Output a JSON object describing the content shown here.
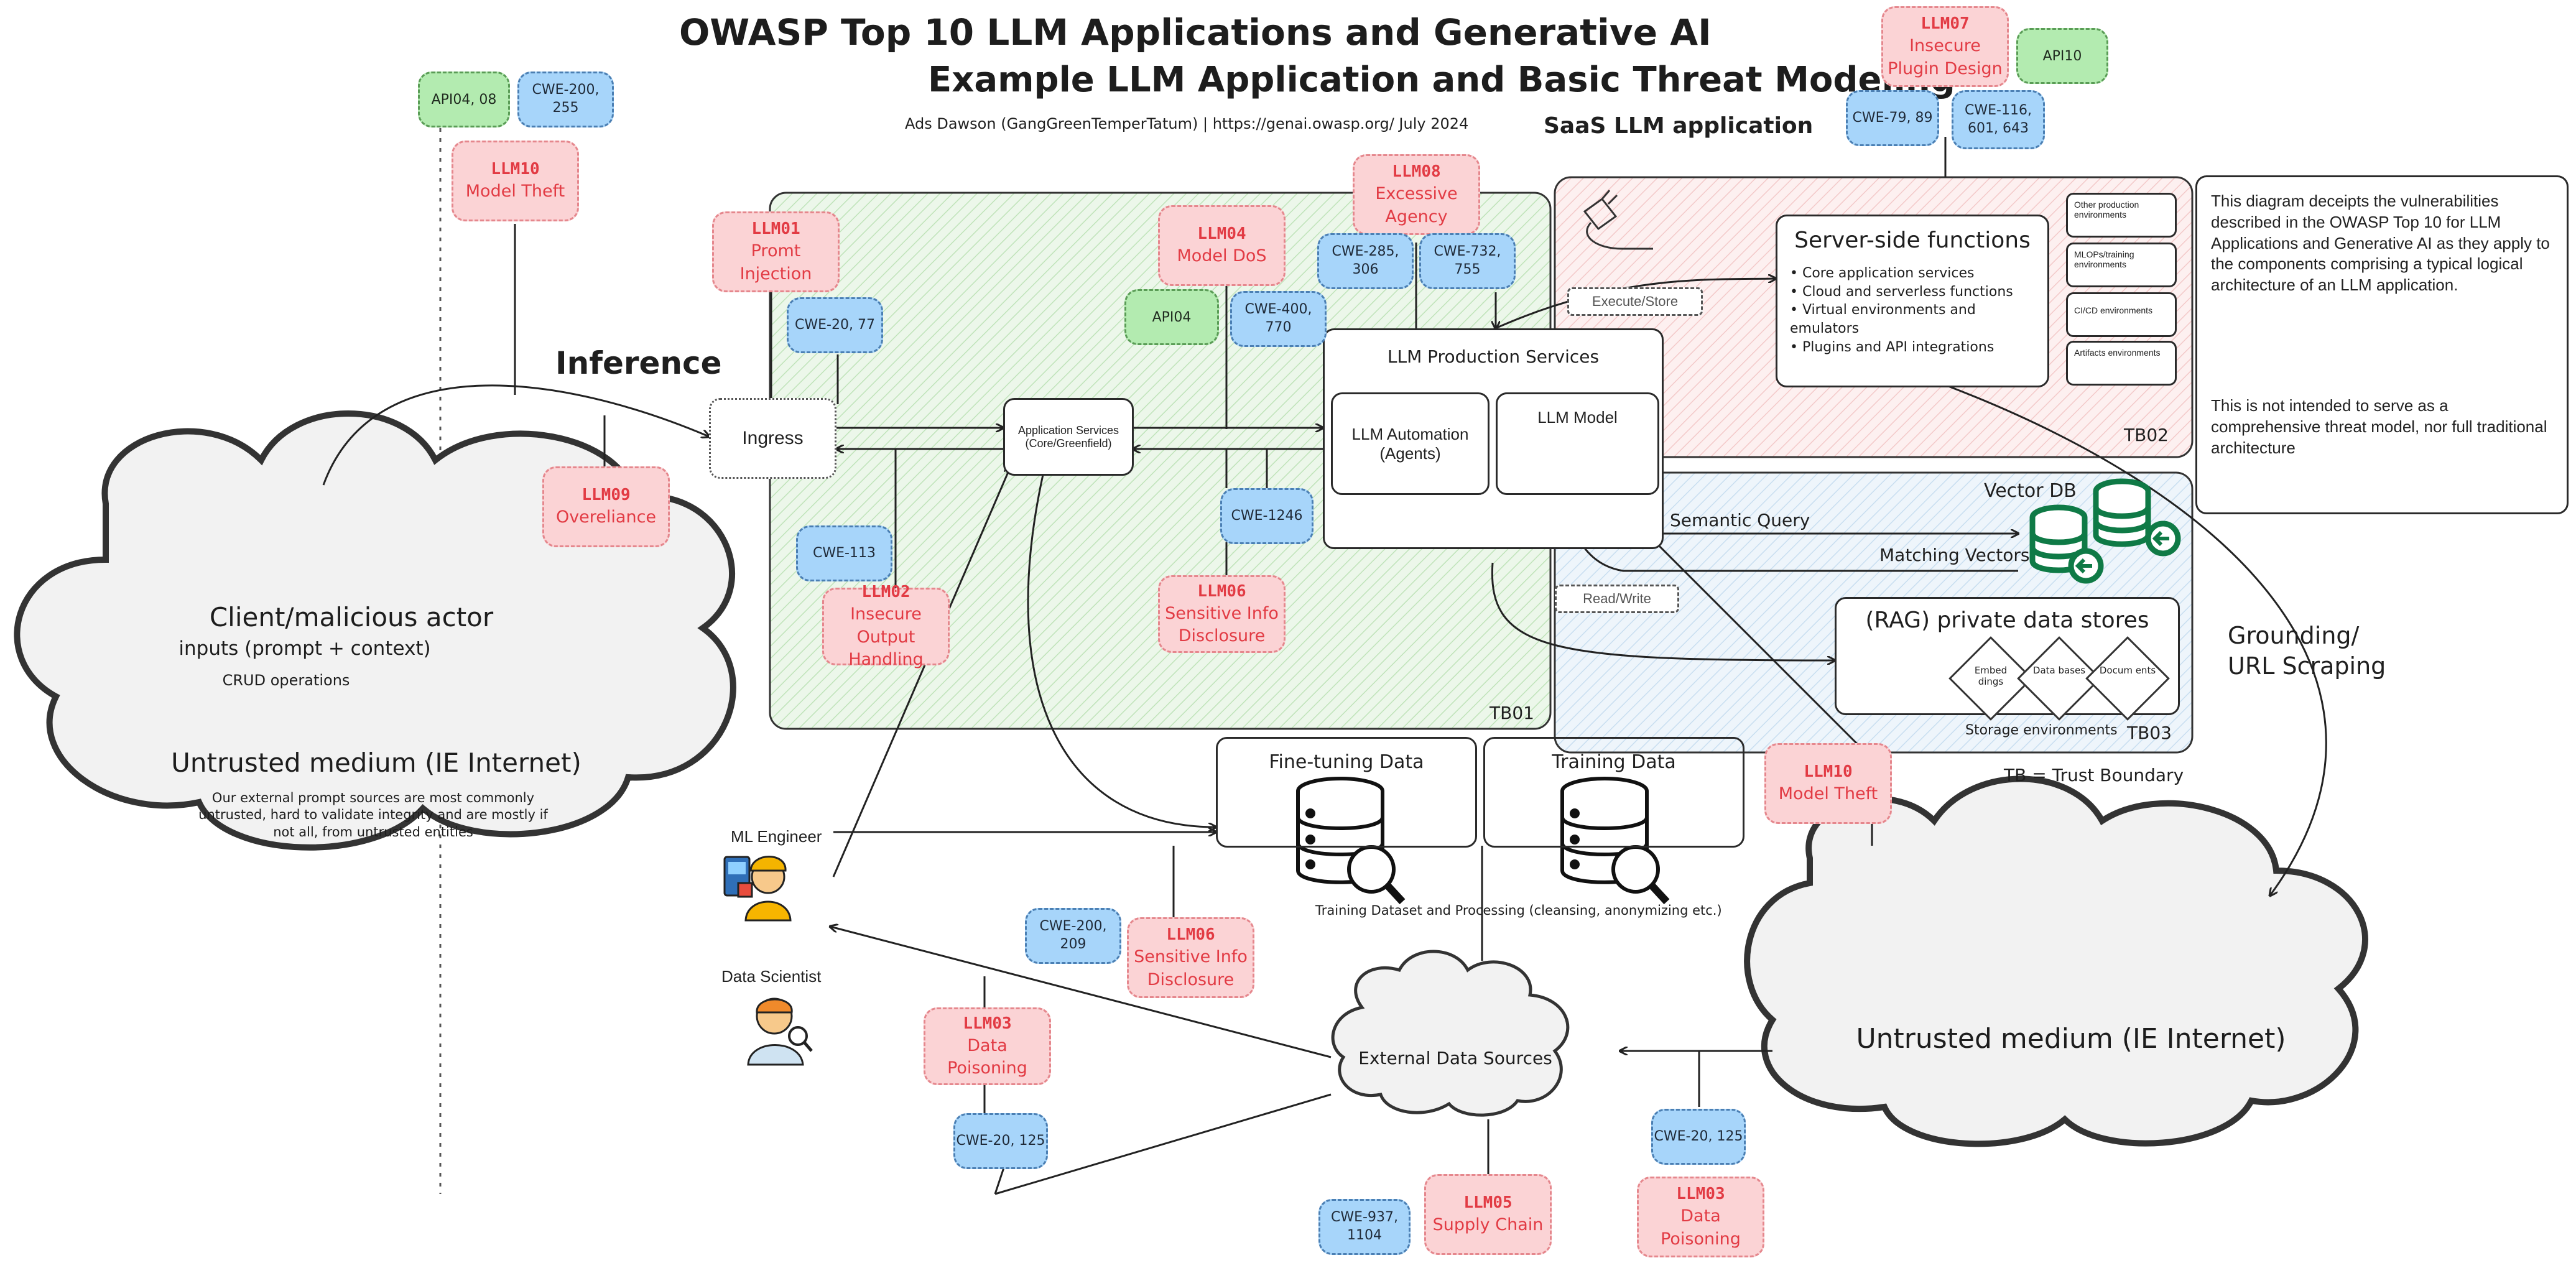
{
  "header": {
    "title_line1": "OWASP Top 10 LLM Applications and Generative AI",
    "title_line2": "Example LLM Application and Basic Threat Modeling",
    "byline": "Ads Dawson (GangGreenTemperTatum) | https://genai.owasp.org/  July 2024",
    "saas_label": "SaaS LLM application"
  },
  "description": {
    "para1": "This diagram deceipts the vulnerabilities described in the OWASP Top 10 for LLM Applications and Generative AI as they apply to the components comprising a typical logical architecture of an LLM application.",
    "para2": "This is not intended to serve as a comprehensive threat model, nor full traditional architecture"
  },
  "trust_boundaries": {
    "tb01": "TB01",
    "tb02": "TB02",
    "tb03": "TB03",
    "legend": "TB = Trust Boundary"
  },
  "labels": {
    "inference": "Inference",
    "grounding": "Grounding/\nURL Scraping",
    "execute_store": "Execute/Store",
    "read_write": "Read/Write",
    "semantic_query": "Semantic Query",
    "matching_vectors": "Matching Vectors",
    "training_caption": "Training Dataset and Processing (cleansing, anonymizing etc.)",
    "storage_environments": "Storage environments",
    "ml_engineer": "ML Engineer",
    "data_scientist": "Data Scientist"
  },
  "components": {
    "ingress": "Ingress",
    "app_services": "Application Services (Core/Greenfield)",
    "llm_production": "LLM Production Services",
    "llm_automation": "LLM Automation (Agents)",
    "llm_model": "LLM Model",
    "server_side_title": "Server-side functions",
    "server_side_items": [
      "Core application services",
      "Cloud and serverless functions",
      "Virtual environments and emulators",
      "Plugins and API integrations"
    ],
    "env_boxes": [
      "Other production environments",
      "MLOPs/training environments",
      "CI/CD environments",
      "Artifacts environments"
    ],
    "vector_db": "Vector DB",
    "rag_title": "(RAG) private data stores",
    "rag_items": [
      "Embed dings",
      "Data bases",
      "Docum ents"
    ],
    "fine_tuning": "Fine-tuning Data",
    "training": "Training Data",
    "external_sources": "External Data Sources"
  },
  "clouds": {
    "client_title": "Client/malicious actor",
    "client_sub": "inputs (prompt + context)",
    "client_crud": "CRUD operations",
    "untrusted_left": "Untrusted medium (IE Internet)",
    "untrusted_left_desc": "Our external prompt sources are most commonly untrusted, hard to validate integrity and are mostly if not all, from untrusted entities",
    "untrusted_right": "Untrusted medium (IE Internet)"
  },
  "llm_tags": [
    {
      "id": "llm10a",
      "code": "LLM10",
      "name": "Model Theft"
    },
    {
      "id": "llm01",
      "code": "LLM01",
      "name": "Promt Injection"
    },
    {
      "id": "llm04",
      "code": "LLM04",
      "name": "Model DoS"
    },
    {
      "id": "llm08",
      "code": "LLM08",
      "name": "Excessive Agency"
    },
    {
      "id": "llm07",
      "code": "LLM07",
      "name": "Insecure Plugin Design"
    },
    {
      "id": "llm09",
      "code": "LLM09",
      "name": "Overeliance"
    },
    {
      "id": "llm02",
      "code": "LLM02",
      "name": "Insecure Output Handling"
    },
    {
      "id": "llm06a",
      "code": "LLM06",
      "name": "Sensitive Info Disclosure"
    },
    {
      "id": "llm10b",
      "code": "LLM10",
      "name": "Model Theft"
    },
    {
      "id": "llm06b",
      "code": "LLM06",
      "name": "Sensitive Info Disclosure"
    },
    {
      "id": "llm03a",
      "code": "LLM03",
      "name": "Data Poisoning"
    },
    {
      "id": "llm05",
      "code": "LLM05",
      "name": "Supply Chain"
    },
    {
      "id": "llm03b",
      "code": "LLM03",
      "name": "Data Poisoning"
    }
  ],
  "cwe_tags": [
    {
      "id": "cwe200_255",
      "text": "CWE-200, 255"
    },
    {
      "id": "cwe20_77",
      "text": "CWE-20, 77"
    },
    {
      "id": "cwe400_770",
      "text": "CWE-400, 770"
    },
    {
      "id": "cwe285_306",
      "text": "CWE-285, 306"
    },
    {
      "id": "cwe732_755",
      "text": "CWE-732, 755"
    },
    {
      "id": "cwe79_89",
      "text": "CWE-79, 89"
    },
    {
      "id": "cwe116",
      "text": "CWE-116, 601, 643"
    },
    {
      "id": "cwe113",
      "text": "CWE-113"
    },
    {
      "id": "cwe1246",
      "text": "CWE-1246"
    },
    {
      "id": "cwe200_209",
      "text": "CWE-200, 209"
    },
    {
      "id": "cwe20_125a",
      "text": "CWE-20, 125"
    },
    {
      "id": "cwe937",
      "text": "CWE-937, 1104"
    },
    {
      "id": "cwe20_125b",
      "text": "CWE-20, 125"
    }
  ],
  "api_tags": [
    {
      "id": "api04_08",
      "text": "API04, 08"
    },
    {
      "id": "api04",
      "text": "API04"
    },
    {
      "id": "api10",
      "text": "API10"
    }
  ],
  "colors": {
    "llm_fill": "#fbd3d5",
    "llm_text": "#e23b44",
    "cwe_fill": "#a7d5fa",
    "api_fill": "#b3ebb0",
    "tb01_tint": "#dff1dc",
    "tb02_tint": "#fbe3e3",
    "tb03_tint": "#dcebf7",
    "vector_db_green": "#0f7a46"
  },
  "icons": [
    "plug-icon",
    "database-icon",
    "vector-db-icon",
    "search-database-icon",
    "engineer-icon",
    "scientist-icon"
  ]
}
